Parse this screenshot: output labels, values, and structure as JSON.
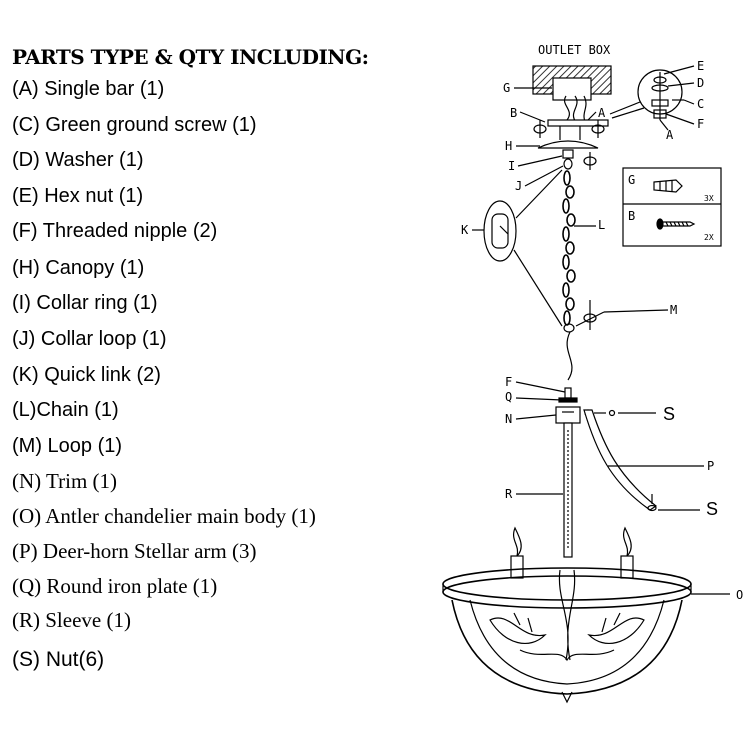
{
  "title": "PARTS TYPE & QTY INCLUDING:",
  "parts": [
    {
      "text": "(A)  Single bar (1)"
    },
    {
      "text": "(C) Green ground screw (1)"
    },
    {
      "text": "(D) Washer (1)"
    },
    {
      "text": "(E) Hex nut (1)"
    },
    {
      "text": "(F) Threaded nipple (2)"
    },
    {
      "text": "(H) Canopy (1)"
    },
    {
      "text": "(I) Collar ring (1)"
    },
    {
      "text": "(J) Collar loop (1)"
    },
    {
      "text": "(K) Quick link (2)"
    },
    {
      "text": "(L)Chain (1)"
    },
    {
      "text": "(M) Loop (1)"
    },
    {
      "text": "(N) Trim (1)"
    },
    {
      "text": "(O) Antler chandelier main body (1)"
    },
    {
      "text": "(P) Deer-horn Stellar arm (3)"
    },
    {
      "text": "(Q) Round iron plate (1)"
    },
    {
      "text": "(R) Sleeve (1)"
    },
    {
      "text": "(S)  Nut(6)"
    }
  ],
  "diagram": {
    "outlet_box": "OUTLET BOX",
    "callouts": {
      "G": "G",
      "B": "B",
      "A": "A",
      "H": "H",
      "I": "I",
      "J": "J",
      "K": "K",
      "L": "L",
      "M": "M",
      "F": "F",
      "Q": "Q",
      "N": "N",
      "S1": "S",
      "P": "P",
      "R": "R",
      "S2": "S",
      "O": "O",
      "detail_E": "E",
      "detail_D": "D",
      "detail_C": "C",
      "detail_F": "F",
      "detail_A": "A"
    },
    "hardware_box": {
      "g_label": "G",
      "g_qty": "3X",
      "b_label": "B",
      "b_qty": "2X"
    }
  }
}
